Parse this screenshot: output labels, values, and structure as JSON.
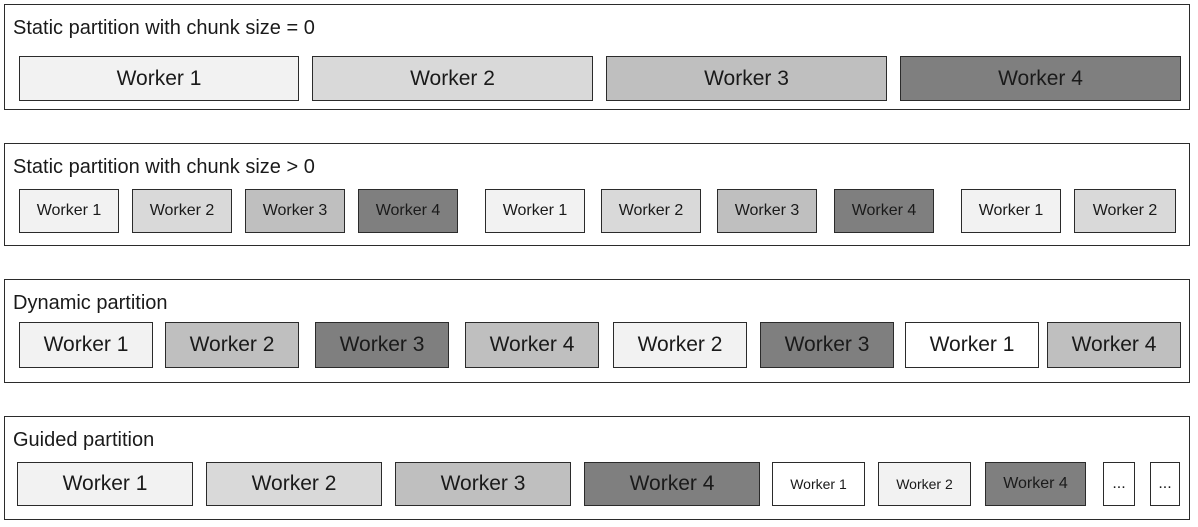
{
  "panels": [
    {
      "title": "Static partition with chunk size = 0",
      "blocks": [
        "Worker 1",
        "Worker 2",
        "Worker 3",
        "Worker 4"
      ]
    },
    {
      "title": "Static partition with chunk size > 0",
      "blocks": [
        "Worker 1",
        "Worker 2",
        "Worker 3",
        "Worker 4",
        "Worker 1",
        "Worker 2",
        "Worker 3",
        "Worker 4",
        "Worker 1",
        "Worker 2"
      ]
    },
    {
      "title": "Dynamic partition",
      "blocks": [
        "Worker 1",
        "Worker 2",
        "Worker 3",
        "Worker 4",
        "Worker 2",
        "Worker 3",
        "Worker 1",
        "Worker 4"
      ]
    },
    {
      "title": "Guided partition",
      "blocks": [
        "Worker 1",
        "Worker 2",
        "Worker 3",
        "Worker 4",
        "Worker 1",
        "Worker 2",
        "Worker 4",
        "...",
        "..."
      ]
    }
  ],
  "colors": {
    "worker_1": "#f2f2f2",
    "worker_2": "#d9d9d9",
    "worker_3": "#bfbfbf",
    "worker_4": "#7f7f7f",
    "ellipsis": "#ffffff",
    "border": "#2b2b2b"
  }
}
